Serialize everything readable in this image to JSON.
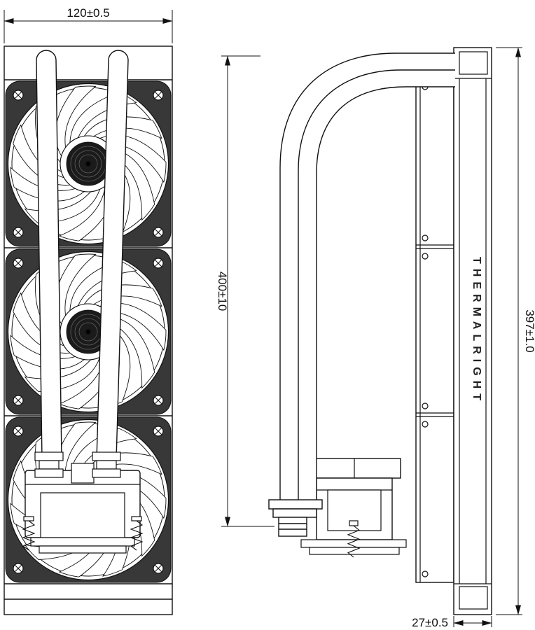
{
  "dimensions": {
    "front_width": "120±0.5",
    "tube_length": "400±10",
    "radiator_length": "397±1.0",
    "radiator_thickness": "27±0.5"
  },
  "side_view": {
    "brand_vertical": "THERMALRIGHT"
  },
  "colors": {
    "line": "#111111",
    "hub": "#1b1b1b",
    "frame_corner": "#383838",
    "background": "#ffffff"
  }
}
